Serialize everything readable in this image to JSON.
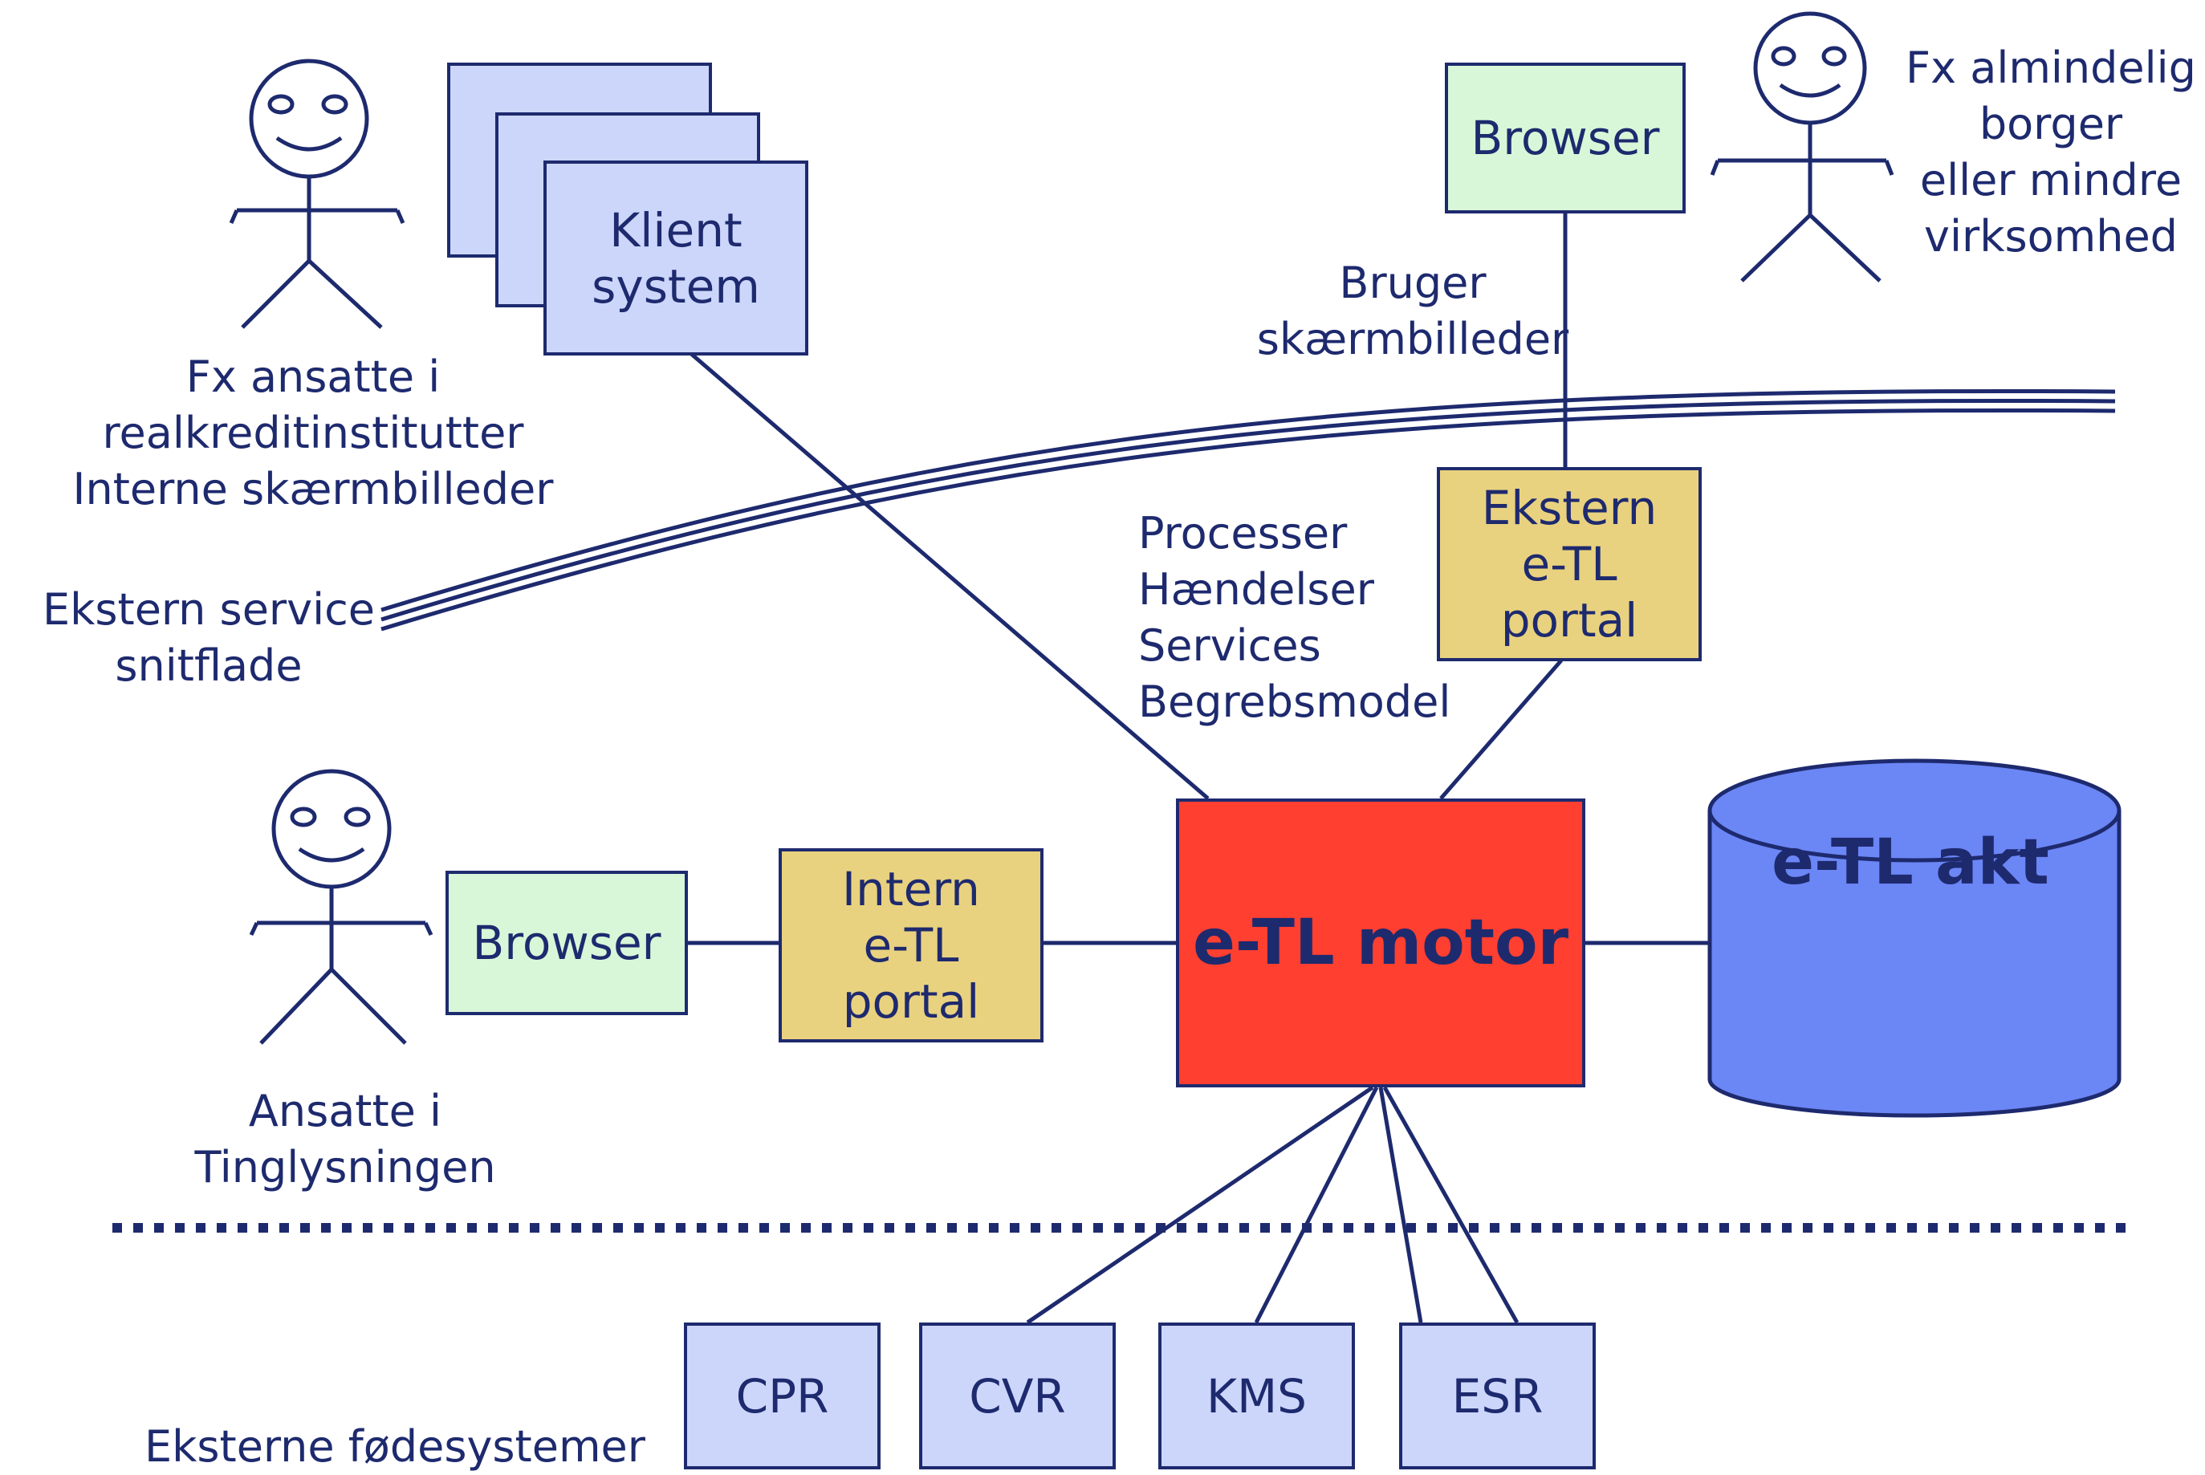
{
  "colors": {
    "stroke": "#1e2a6e",
    "system_box": "#ccd6fb",
    "browser_box": "#d8f7d8",
    "portal_box": "#e9d27f",
    "motor_box": "#ff3f30",
    "database": "#6b86f5"
  },
  "actors": {
    "internal_users": "Fx ansatte i\nrealkreditinstitutter\nInterne skærmbilleder",
    "citizen": "Fx almindelig\nborger\neller mindre\nvirksomhed",
    "employees": "Ansatte i\nTinglysningen"
  },
  "labels": {
    "external_interface": "Ekstern service\nsnitflade",
    "user_screens": "Bruger\nskærmbilleder",
    "processes": "Processer\nHændelser\nServices\nBegrebsmodel",
    "feeder_systems": "Eksterne fødesystemer"
  },
  "boxes": {
    "client_system": "Klient\nsystem",
    "browser_top": "Browser",
    "external_portal": "Ekstern\ne-TL\nportal",
    "browser_left": "Browser",
    "internal_portal": "Intern\ne-TL\nportal",
    "motor": "e-TL motor",
    "database": "e-TL akt"
  },
  "feeders": [
    "CPR",
    "CVR",
    "KMS",
    "ESR"
  ]
}
